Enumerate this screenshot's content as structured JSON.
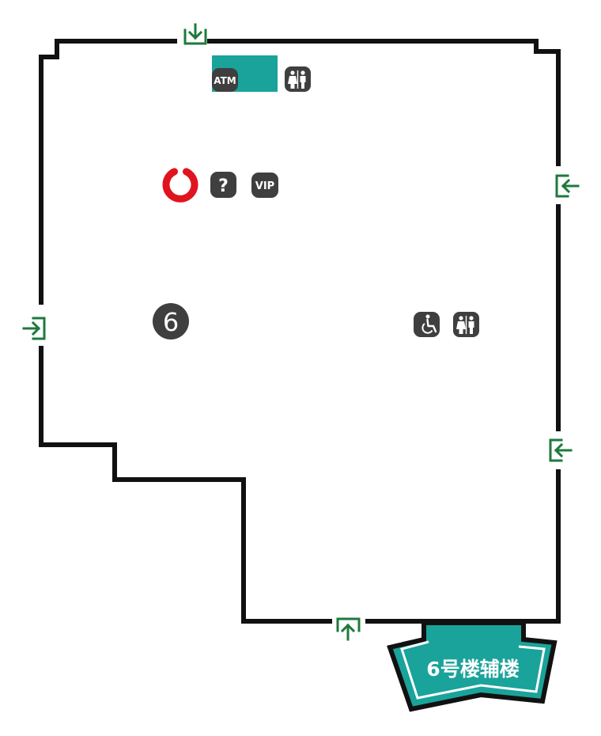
{
  "map": {
    "building_number": "6",
    "annex_label": "6号楼辅楼",
    "atm_label": "ATM",
    "help_label": "?",
    "vip_label": "VIP"
  },
  "colors": {
    "wall": "#111111",
    "entrance_green": "#1e7a3c",
    "teal": "#1aa39a",
    "icon_gray": "#3f3f3f",
    "service_red": "#e0141e",
    "background": "#ffffff"
  },
  "icons": {
    "entrance": "entrance-arrow-icon",
    "atm": "atm-icon",
    "restroom": "restroom-icon",
    "accessible": "wheelchair-icon",
    "help": "help-question-icon",
    "vip": "vip-icon",
    "service": "service-ring-icon"
  }
}
